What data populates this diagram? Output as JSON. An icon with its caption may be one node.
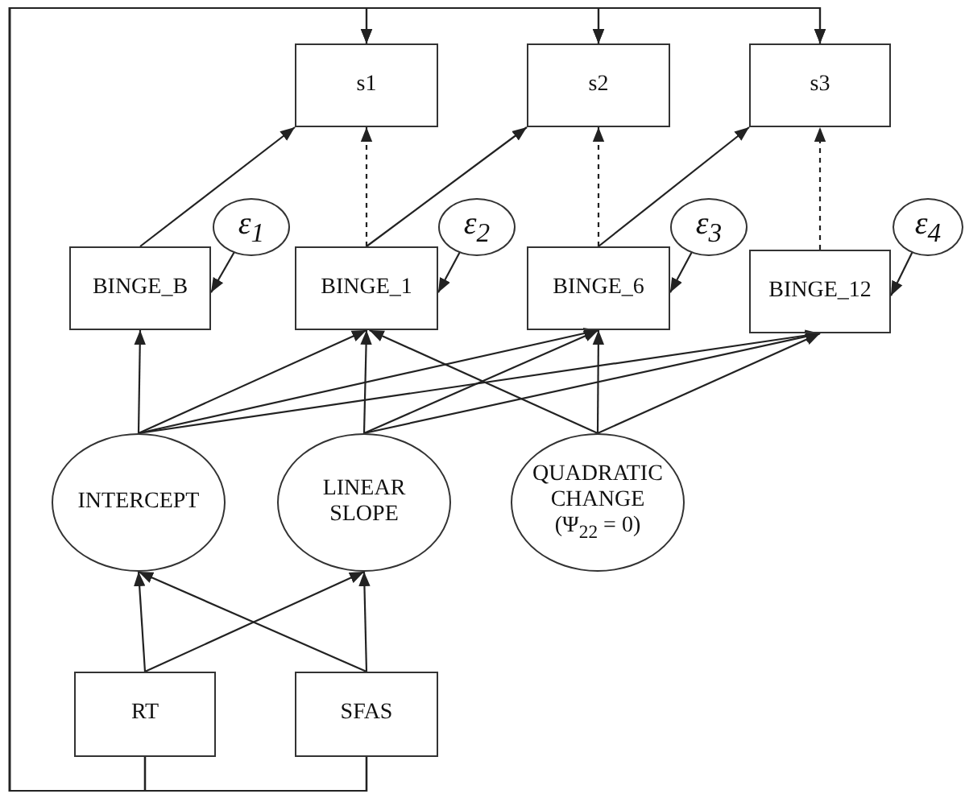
{
  "diagram": {
    "nodes": [
      {
        "text": [
          "s1"
        ]
      },
      {
        "text": [
          "s2"
        ]
      },
      {
        "text": [
          "s3"
        ]
      },
      {
        "text": [
          "ε$_{1}$"
        ]
      },
      {
        "text": [
          "ε$_{2}$"
        ]
      },
      {
        "text": [
          "ε$_{3}$"
        ]
      },
      {
        "text": [
          "ε$_{4}$"
        ]
      },
      {
        "text": [
          "BINGE_B"
        ]
      },
      {
        "text": [
          "BINGE_1"
        ]
      },
      {
        "text": [
          "BINGE_6"
        ]
      },
      {
        "text": [
          "BINGE_12"
        ]
      },
      {
        "text": [
          "INTERCEPT"
        ]
      },
      {
        "text": [
          "LINEAR SLOPE"
        ]
      },
      {
        "text": [
          "QUADRATIC CHANGE",
          "(Ψ$_{22}$ = 0)"
        ]
      },
      {
        "text": [
          "RT"
        ]
      },
      {
        "text": [
          "SFAS"
        ]
      }
    ],
    "edges": [
      {
        "from": 7,
        "to": 0,
        "arrow": "to"
      },
      {
        "from": 8,
        "to": 0,
        "arrow": "to",
        "style": "dashed"
      },
      {
        "from": 8,
        "to": 1,
        "arrow": "to"
      },
      {
        "from": 9,
        "to": 1,
        "arrow": "to",
        "style": "dashed"
      },
      {
        "from": 9,
        "to": 2,
        "arrow": "to"
      },
      {
        "from": 10,
        "to": 2,
        "arrow": "to",
        "style": "dashed"
      },
      {
        "from": 3,
        "to": 7,
        "arrow": "to"
      },
      {
        "from": 4,
        "to": 8,
        "arrow": "to"
      },
      {
        "from": 5,
        "to": 9,
        "arrow": "to"
      },
      {
        "from": 6,
        "to": 10,
        "arrow": "to"
      },
      {
        "from": 11,
        "to": 7,
        "arrow": "to"
      },
      {
        "from": 11,
        "to": 8,
        "arrow": "to"
      },
      {
        "from": 11,
        "to": 9,
        "arrow": "to"
      },
      {
        "from": 11,
        "to": 10,
        "arrow": "to"
      },
      {
        "from": 12,
        "to": 8,
        "arrow": "to"
      },
      {
        "from": 12,
        "to": 9,
        "arrow": "to"
      },
      {
        "from": 12,
        "to": 10,
        "arrow": "to"
      },
      {
        "from": 13,
        "to": 8,
        "arrow": "to"
      },
      {
        "from": 13,
        "to": 9,
        "arrow": "to"
      },
      {
        "from": 13,
        "to": 10,
        "arrow": "to"
      },
      {
        "from": 14,
        "to": 11,
        "arrow": "to"
      },
      {
        "from": 14,
        "to": 12,
        "arrow": "to"
      },
      {
        "from": 15,
        "to": 11,
        "arrow": "to"
      },
      {
        "from": 15,
        "to": 12,
        "arrow": "to"
      },
      {
        "from": 14,
        "to": 0,
        "arrow": "to"
      },
      {
        "from": 14,
        "to": 1,
        "arrow": "to"
      },
      {
        "from": 14,
        "to": 2,
        "arrow": "to"
      },
      {
        "from": 15,
        "to": 0,
        "arrow": "to"
      },
      {
        "from": 15,
        "to": 1,
        "arrow": "to"
      },
      {
        "from": 15,
        "to": 2,
        "arrow": "to"
      }
    ]
  }
}
